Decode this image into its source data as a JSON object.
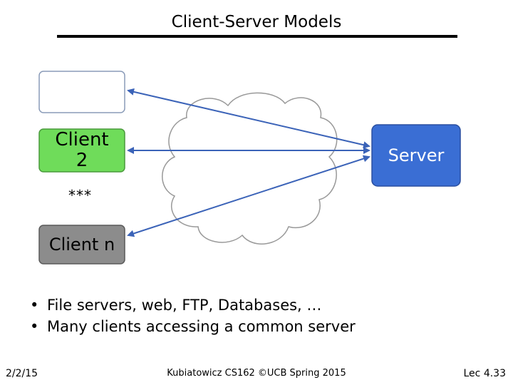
{
  "slide": {
    "title": "Client-Server Models",
    "client2": "Client\n2",
    "client_n": "Client n",
    "server": "Server",
    "ellipsis": "***",
    "bullets": [
      "File servers, web, FTP, Databases, …",
      "Many clients accessing a common server"
    ],
    "footer": {
      "date": "2/2/15",
      "center": "Kubiatowicz CS162 ©UCB Spring 2015",
      "page": "Lec 4.33"
    }
  },
  "colors": {
    "client2_fill": "#6fdc5a",
    "client_n_fill": "#8c8c8c",
    "server_fill": "#3a6ed4",
    "arrow": "#3b63b8"
  }
}
